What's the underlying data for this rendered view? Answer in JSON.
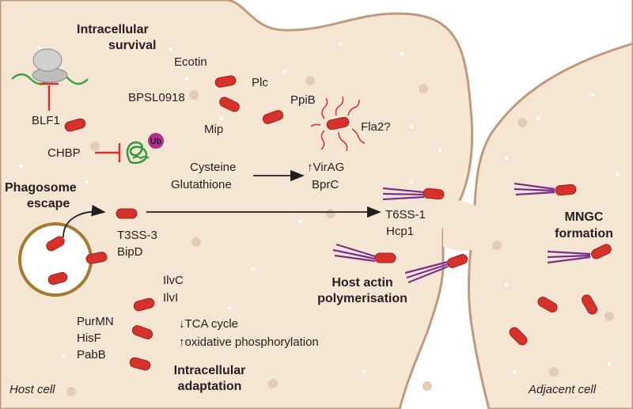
{
  "headings": {
    "intracellular_survival": [
      "Intracellular",
      "survival"
    ],
    "phagosome_escape": [
      "Phagosome",
      "escape"
    ],
    "mngc_formation": [
      "MNGC",
      "formation"
    ],
    "host_actin_polymerisation": [
      "Host actin",
      "polymerisation"
    ],
    "intracellular_adaptation": [
      "Intracellular",
      "adaptation"
    ]
  },
  "labels": {
    "ecotin": "Ecotin",
    "plc": "Plc",
    "bpsl0918": "BPSL0918",
    "ppib": "PpiB",
    "mip": "Mip",
    "fla2": "Fla2?",
    "blf1": "BLF1",
    "chbp": "CHBP",
    "ub": "Ub",
    "cysteine": "Cysteine",
    "glutathione": "Glutathione",
    "viraq": "↑VirAG",
    "bprc": "BprC",
    "t6ss1": "T6SS-1",
    "hcp1": "Hcp1",
    "t3ss3": "T3SS-3",
    "bipd": "BipD",
    "ilvc": "IlvC",
    "ilvi": "IlvI",
    "purmn": "PurMN",
    "hisf": "HisF",
    "pabb": "PabB",
    "tca": "↓TCA cycle",
    "oxphos": "↑oxidative phosphorylation"
  },
  "cells": {
    "host": "Host cell",
    "adjacent": "Adjacent cell"
  },
  "colors": {
    "cytoplasm": "#f5e6d3",
    "membrane": "#c09a7f",
    "bacterium": "#d7312b",
    "inhibitor": "#d7312b",
    "actin_tail": "#7a2e8e",
    "ubiquitin": "#b0308f",
    "protein_green": "#2f9a3a",
    "phagosome_rim": "#a47a2c"
  }
}
